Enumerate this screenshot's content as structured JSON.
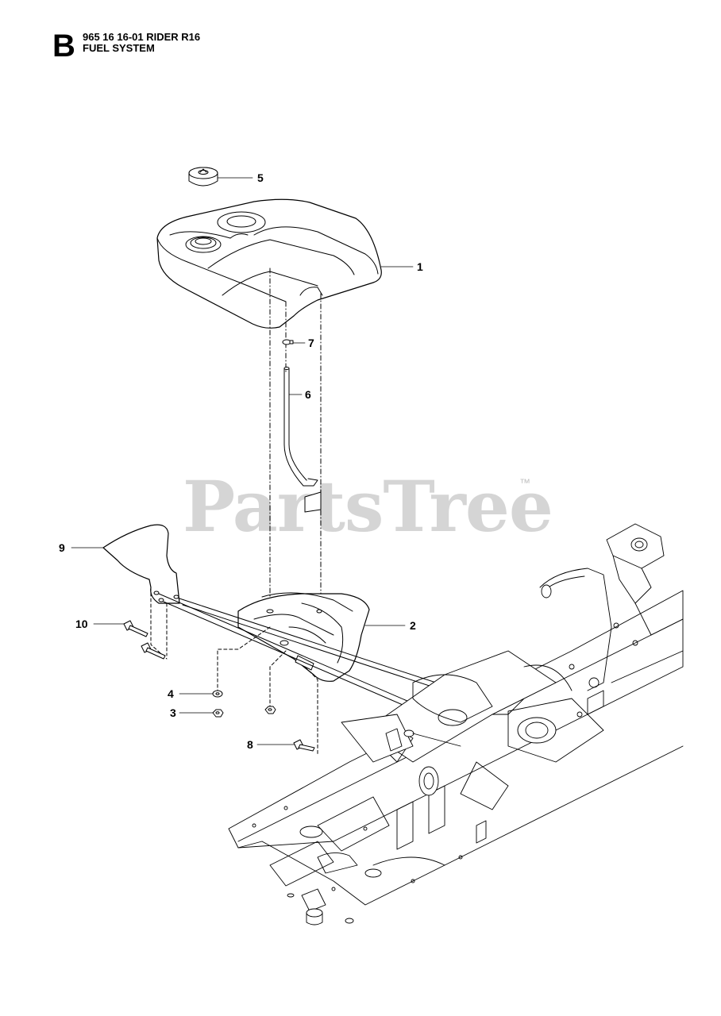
{
  "header": {
    "section_letter": "B",
    "model_line": "965 16 16-01 RIDER R16",
    "section_title": "FUEL SYSTEM"
  },
  "watermark": {
    "brand": "PartsTree",
    "trademark": "™"
  },
  "callouts": [
    {
      "id": "5",
      "part": "fuel-cap"
    },
    {
      "id": "1",
      "part": "fuel-tank"
    },
    {
      "id": "7",
      "part": "hose-clamp"
    },
    {
      "id": "6",
      "part": "fuel-hose"
    },
    {
      "id": "9",
      "part": "bracket-plate"
    },
    {
      "id": "2",
      "part": "tank-bracket"
    },
    {
      "id": "10",
      "part": "bolt"
    },
    {
      "id": "4",
      "part": "washer"
    },
    {
      "id": "3",
      "part": "nut"
    },
    {
      "id": "8",
      "part": "screw"
    }
  ],
  "colors": {
    "line": "#000000",
    "fill": "#ffffff",
    "watermark": "#c8c8c8"
  }
}
